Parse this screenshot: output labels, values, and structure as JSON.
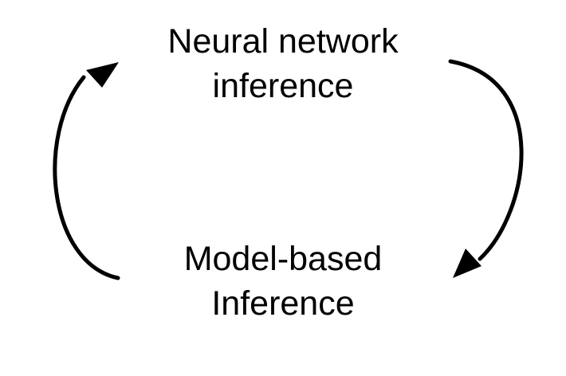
{
  "nodes": {
    "top": {
      "line1": "Neural network",
      "line2": "inference"
    },
    "bottom": {
      "line1": "Model-based",
      "line2": "Inference"
    }
  },
  "colors": {
    "ink": "#000000",
    "background": "#ffffff"
  },
  "edges": [
    {
      "from": "top",
      "to": "bottom",
      "side": "right"
    },
    {
      "from": "bottom",
      "to": "top",
      "side": "left"
    }
  ]
}
